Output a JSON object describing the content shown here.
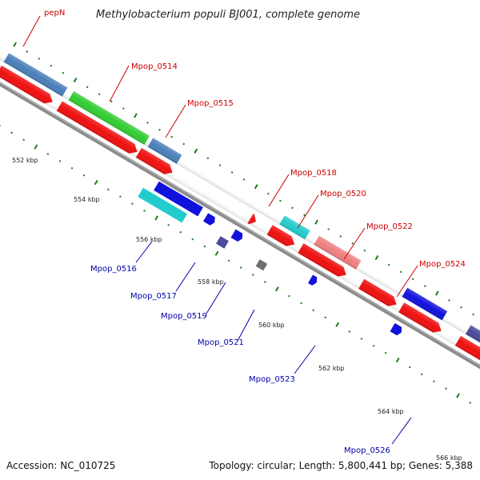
{
  "title": "Methylobacterium populi BJ001, complete genome",
  "footer": {
    "accession": "Accession: NC_010725",
    "topology": "Topology: circular; Length: 5,800,441 bp; Genes: 5,388"
  },
  "kbp_ticks": [
    "552 kbp",
    "554 kbp",
    "556 kbp",
    "558 kbp",
    "560 kbp",
    "562 kbp",
    "564 kbp",
    "566 kbp"
  ],
  "gene_labels_forward": [
    "pepN",
    "Mpop_0514",
    "Mpop_0515",
    "Mpop_0518",
    "Mpop_0520",
    "Mpop_0522",
    "Mpop_0524"
  ],
  "gene_labels_reverse": [
    "Mpop_0516",
    "Mpop_0517",
    "Mpop_0519",
    "Mpop_0521",
    "Mpop_0523",
    "Mpop_0526"
  ],
  "colors": {
    "backbone": "#8c8c8c",
    "cds": "#ee1111",
    "steel": "#4a7fb8",
    "green": "#33cc33",
    "cyan": "#22cccc",
    "salmon": "#ee8080",
    "blue": "#1111dd",
    "slate": "#4a4a99",
    "grey": "#707070",
    "tick": "#1a7a1a"
  }
}
